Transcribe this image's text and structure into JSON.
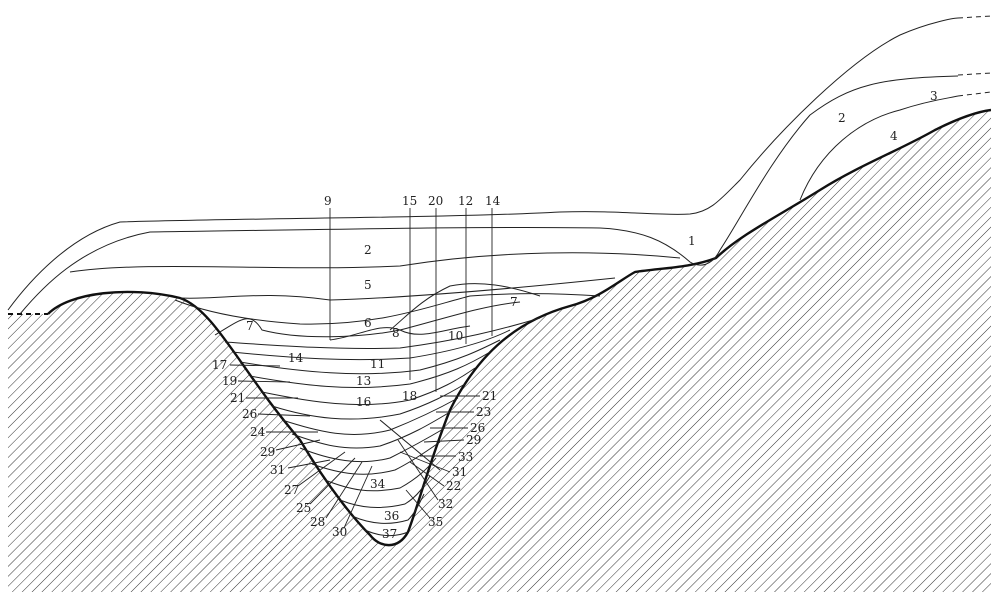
{
  "figure": {
    "labels_upper": [
      "1",
      "2",
      "3",
      "4",
      "5",
      "6",
      "7",
      "7",
      "8",
      "10",
      "2",
      "11",
      "13",
      "16",
      "18",
      "34",
      "36",
      "37"
    ],
    "labels_top_markers": [
      "9",
      "15",
      "20",
      "12",
      "14"
    ],
    "labels_left": [
      "17",
      "19",
      "21",
      "26",
      "24",
      "29",
      "31",
      "27",
      "25",
      "28",
      "30",
      "14"
    ],
    "labels_right": [
      "21",
      "23",
      "26",
      "29",
      "33",
      "31",
      "22",
      "32",
      "35"
    ]
  },
  "colors": {
    "ink": "#222222",
    "background": "#ffffff"
  }
}
